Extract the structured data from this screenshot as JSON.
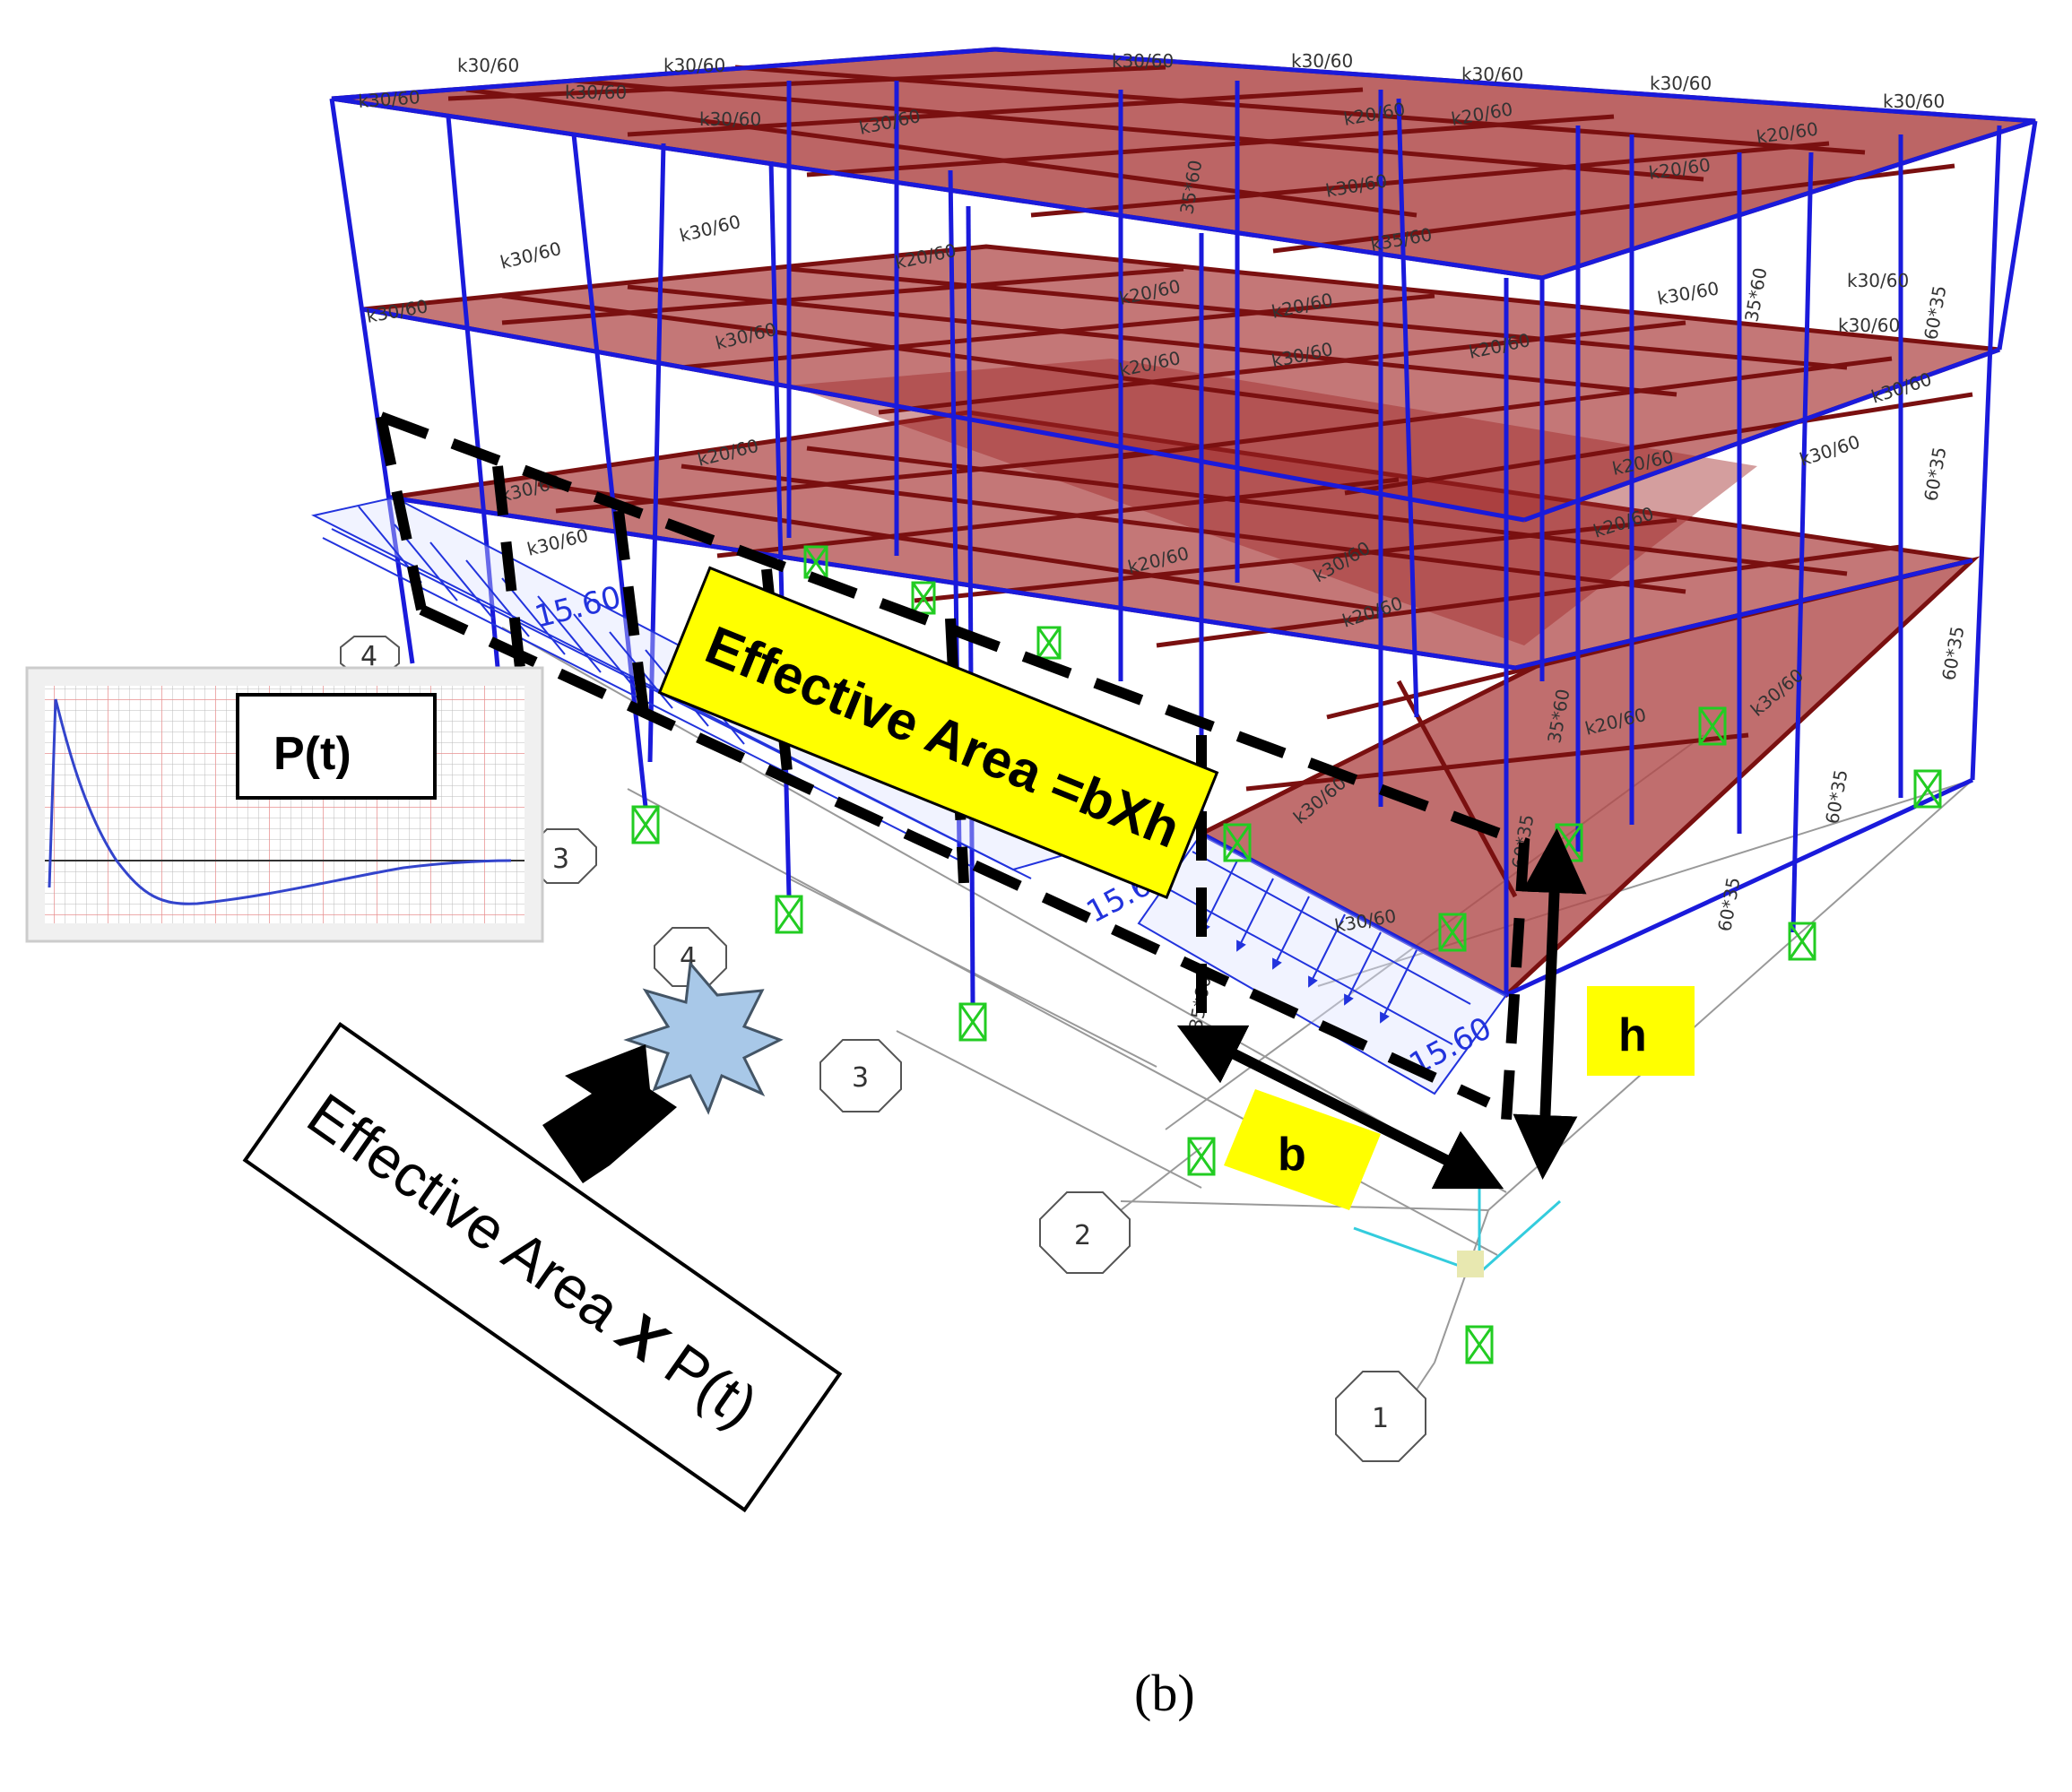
{
  "diagram": {
    "caption": "(b)",
    "effective_area_label": "Effective Area =bXh",
    "formula": {
      "part1": "Effective Area ",
      "times": "X",
      "part2": " P(t)"
    },
    "dimension_b": "b",
    "dimension_h": "h",
    "pressure_graph_label": "P(t)",
    "load_value": "15.60",
    "grid_labels": [
      "1",
      "2",
      "3",
      "4",
      "3",
      "4"
    ],
    "member_labels": {
      "beam_k30_60": "k30/60",
      "beam_k20_60": "k20/60",
      "beam_k35_60": "k35/60",
      "column_60x35": "60*35",
      "column_35x60": "35*60"
    },
    "colors": {
      "frame": "#1a1adb",
      "slab_fill": "#b04a4a",
      "slab_edge": "#7a1010",
      "support": "#22cc22",
      "load_arrow": "#2233dd",
      "callout_yellow": "#ffff00",
      "graph_curve": "#3344cc",
      "graph_grid": "#e89090"
    },
    "icons": [
      "blast-icon",
      "support-icon",
      "force-arrow-icon",
      "axes-icon"
    ]
  }
}
